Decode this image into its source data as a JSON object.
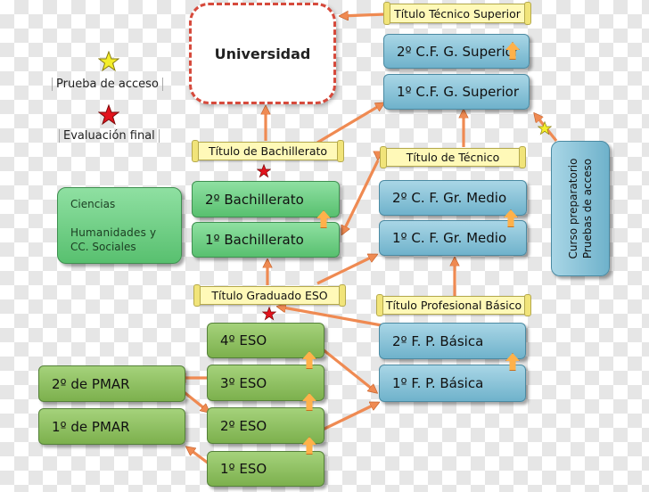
{
  "universidad": "Universidad",
  "legend": {
    "prueba": "Prueba de acceso",
    "evaluacion": "Evaluación final"
  },
  "titulos": {
    "tecnico_superior": "Título Técnico Superior",
    "bachillerato": "Título de Bachillerato",
    "tecnico": "Título de Técnico",
    "graduado_eso": "Título Graduado ESO",
    "profesional_basico": "Título Profesional Básico"
  },
  "cfgs": {
    "second": "2º C.F. G. Superior",
    "first": "1º C.F. G. Superior"
  },
  "cfgm": {
    "second": "2º C. F. Gr. Medio",
    "first": "1º C. F. Gr. Medio"
  },
  "bachillerato": {
    "second": "2º Bachillerato",
    "first": "1º Bachillerato"
  },
  "ramas": [
    "Ciencias",
    "",
    "Humanidades y",
    "CC. Sociales"
  ],
  "curso_preparatorio": [
    "Curso preparatorio",
    "Pruebas de acceso"
  ],
  "eso": {
    "fourth": "4º ESO",
    "third": "3º ESO",
    "second": "2º ESO",
    "first": "1º ESO"
  },
  "pmar": {
    "second": "2º de PMAR",
    "first": "1º de PMAR"
  },
  "fpb": {
    "second": "2º F. P. Básica",
    "first": "1º F. P. Básica"
  },
  "colors": {
    "arrow": "#ef8a52",
    "up_arrow": "#ffb14a",
    "star_yellow": "#f4ee2a",
    "star_red": "#e3131d",
    "dashed_border": "#d64a3c"
  }
}
